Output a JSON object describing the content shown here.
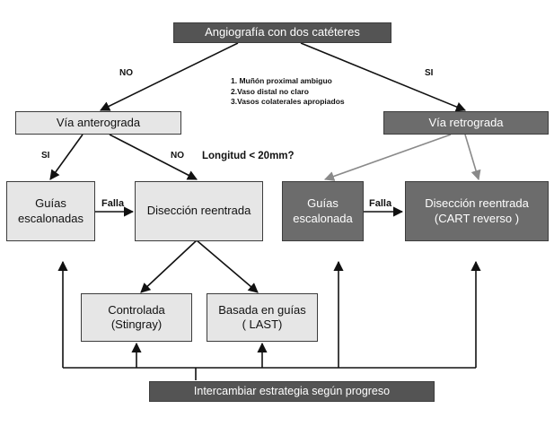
{
  "nodes": {
    "angiografia": "Angiografía con dos catéteres",
    "via_anterograda": "Vía anterograda",
    "via_retrograda": "Vía retrograda",
    "guias_escalonadas_ante": "Guías\nescalonadas",
    "diseccion_reentrada": "Disección reentrada",
    "guias_escalonada_retro": "Guías\nescalonada",
    "diseccion_reentrada_cart": "Disección reentrada\n(CART reverso )",
    "controlada": "Controlada\n(Stingray)",
    "basada_en_guias": "Basada en guías\n( LAST)",
    "intercambiar": "Intercambiar estrategia según progreso"
  },
  "labels": {
    "no_top": "NO",
    "si_top": "SI",
    "si_left": "SI",
    "no_left": "NO",
    "longitud": "Longitud < 20mm?",
    "falla_left": "Falla",
    "falla_right": "Falla"
  },
  "criteria": [
    "1. Muñón proximal ambiguo",
    "2.Vaso distal no claro",
    "3.Vasos colaterales apropiados"
  ],
  "colors": {
    "light_box": "#e6e6e6",
    "dark_box": "#6c6c6c",
    "darkest_box": "#545454",
    "arrow_black": "#111111",
    "arrow_gray": "#8a8a8a"
  }
}
